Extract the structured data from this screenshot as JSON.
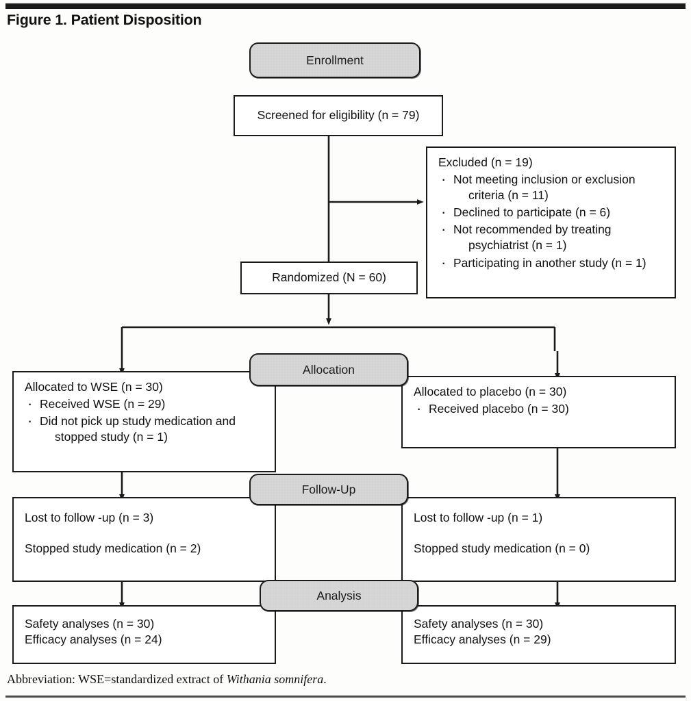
{
  "figure": {
    "title": "Figure 1. Patient Disposition",
    "footnote_prefix": "Abbreviation: WSE",
    "footnote_equals": "=",
    "footnote_mid": "standardized extract of ",
    "footnote_italic": "Withania somnifera",
    "footnote_end": "."
  },
  "stages": {
    "enrollment": "Enrollment",
    "allocation": "Allocation",
    "followup": "Follow-Up",
    "analysis": "Analysis"
  },
  "nodes": {
    "screened": {
      "text": "Screened for eligibility (n = 79)"
    },
    "excluded": {
      "heading": "Excluded (n = 19)",
      "items": [
        "Not meeting inclusion or exclusion",
        "Declined to participate (n = 6)",
        "Not recommended by treating",
        "Participating in another study (n = 1)"
      ],
      "item_continuations": [
        "criteria (n = 11)",
        "psychiatrist (n = 1)"
      ]
    },
    "randomized": {
      "text": "Randomized (N = 60)"
    },
    "alloc_left": {
      "heading": "Allocated to WSE (n = 30)",
      "item1": "Received  WSE (n = 29)",
      "item2": "Did not pick up study medication and",
      "item2_cont": "stopped study (n = 1)"
    },
    "alloc_right": {
      "heading": "Allocated to placebo (n = 30)",
      "item1": "Received placebo (n = 30)"
    },
    "follow_left": {
      "line1": "Lost to follow -up (n = 3)",
      "line2": "Stopped study medication (n = 2)"
    },
    "follow_right": {
      "line1": "Lost to follow -up (n = 1)",
      "line2": "Stopped study medication (n = 0)"
    },
    "analysis_left": {
      "line1": "Safety analyses (n = 30)",
      "line2": "Efficacy analyses (n = 24)"
    },
    "analysis_right": {
      "line1": "Safety analyses (n = 30)",
      "line2": "Efficacy analyses (n = 29)"
    }
  },
  "colors": {
    "ink": "#1b1b1b",
    "stage_fill": "#d6d6d6",
    "page": "#ffffff"
  },
  "chart_data": {
    "type": "diagram",
    "title": "Figure 1. Patient Disposition",
    "diagram_kind": "CONSORT patient flow",
    "stages": [
      "Enrollment",
      "Allocation",
      "Follow-Up",
      "Analysis"
    ],
    "flow": [
      {
        "id": "screened",
        "stage": "Enrollment",
        "label": "Screened for eligibility",
        "n": 79
      },
      {
        "id": "excluded",
        "stage": "Enrollment",
        "label": "Excluded",
        "n": 19,
        "reasons": [
          {
            "label": "Not meeting inclusion or exclusion criteria",
            "n": 11
          },
          {
            "label": "Declined to participate",
            "n": 6
          },
          {
            "label": "Not recommended by treating psychiatrist",
            "n": 1
          },
          {
            "label": "Participating in another study",
            "n": 1
          }
        ]
      },
      {
        "id": "randomized",
        "stage": "Enrollment",
        "label": "Randomized",
        "N": 60
      },
      {
        "id": "alloc_wse",
        "stage": "Allocation",
        "arm": "WSE",
        "label": "Allocated to WSE",
        "n": 30,
        "sub": [
          {
            "label": "Received WSE",
            "n": 29
          },
          {
            "label": "Did not pick up study medication and stopped study",
            "n": 1
          }
        ]
      },
      {
        "id": "alloc_placebo",
        "stage": "Allocation",
        "arm": "placebo",
        "label": "Allocated to placebo",
        "n": 30,
        "sub": [
          {
            "label": "Received placebo",
            "n": 30
          }
        ]
      },
      {
        "id": "follow_wse",
        "stage": "Follow-Up",
        "arm": "WSE",
        "sub": [
          {
            "label": "Lost to follow-up",
            "n": 3
          },
          {
            "label": "Stopped study medication",
            "n": 2
          }
        ]
      },
      {
        "id": "follow_placebo",
        "stage": "Follow-Up",
        "arm": "placebo",
        "sub": [
          {
            "label": "Lost to follow-up",
            "n": 1
          },
          {
            "label": "Stopped study medication",
            "n": 0
          }
        ]
      },
      {
        "id": "analysis_wse",
        "stage": "Analysis",
        "arm": "WSE",
        "sub": [
          {
            "label": "Safety analyses",
            "n": 30
          },
          {
            "label": "Efficacy analyses",
            "n": 24
          }
        ]
      },
      {
        "id": "analysis_placebo",
        "stage": "Analysis",
        "arm": "placebo",
        "sub": [
          {
            "label": "Safety analyses",
            "n": 30
          },
          {
            "label": "Efficacy analyses",
            "n": 29
          }
        ]
      }
    ],
    "edges": [
      {
        "from": "screened",
        "to": "excluded",
        "type": "arrow-right"
      },
      {
        "from": "screened",
        "to": "randomized",
        "type": "arrow-down"
      },
      {
        "from": "randomized",
        "to": "alloc_wse",
        "type": "split-left"
      },
      {
        "from": "randomized",
        "to": "alloc_placebo",
        "type": "split-right"
      },
      {
        "from": "alloc_wse",
        "to": "follow_wse",
        "type": "arrow-down"
      },
      {
        "from": "alloc_placebo",
        "to": "follow_placebo",
        "type": "arrow-down"
      },
      {
        "from": "follow_wse",
        "to": "analysis_wse",
        "type": "arrow-down"
      },
      {
        "from": "follow_placebo",
        "to": "analysis_placebo",
        "type": "arrow-down"
      }
    ]
  }
}
